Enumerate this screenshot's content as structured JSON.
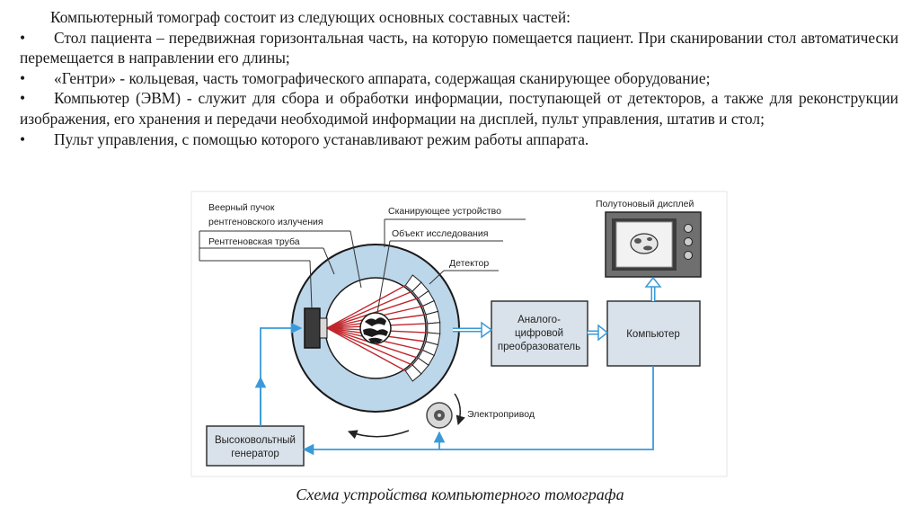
{
  "text": {
    "intro": "Компьютерный томограф состоит из следующих основных составных частей:",
    "bullet_symbol": "•",
    "bullets": [
      "Стол пациента – передвижная горизонтальная часть, на которую помещается пациент. При сканировании стол автоматически перемещается в направлении его длины;",
      "«Гентри» - кольцевая, часть томографического аппарата, содержащая сканирующее оборудование;",
      "Компьютер (ЭВМ) - служит для сбора и обработки информации, поступающей от детекторов, а также для реконструкции изображения, его хранения и передачи необходимой информации на дисплей, пульт управления, штатив и стол;",
      "Пульт управления, с помощью которого устанавливают режим работы аппарата."
    ]
  },
  "diagram": {
    "labels": {
      "fan_beam_line1": "Веерный пучок",
      "fan_beam_line2": "рентгеновского излучения",
      "xray_tube": "Рентгеновская труба",
      "scanner": "Сканирующее устройство",
      "object": "Объект исследования",
      "detector": "Детектор",
      "motor": "Электропривод",
      "display": "Полутоновый дисплей"
    },
    "boxes": {
      "adc_line1": "Аналого-",
      "adc_line2": "цифровой",
      "adc_line3": "преобразователь",
      "computer": "Компьютер",
      "hv_line1": "Высоковольтный",
      "hv_line2": "генератор"
    },
    "colors": {
      "gantry": "#bcd6ea",
      "box": "#d9e2ea",
      "arrow": "#3a9ad9",
      "beam": "#c0262b"
    }
  },
  "caption": "Схема устройства компьютерного томографа"
}
